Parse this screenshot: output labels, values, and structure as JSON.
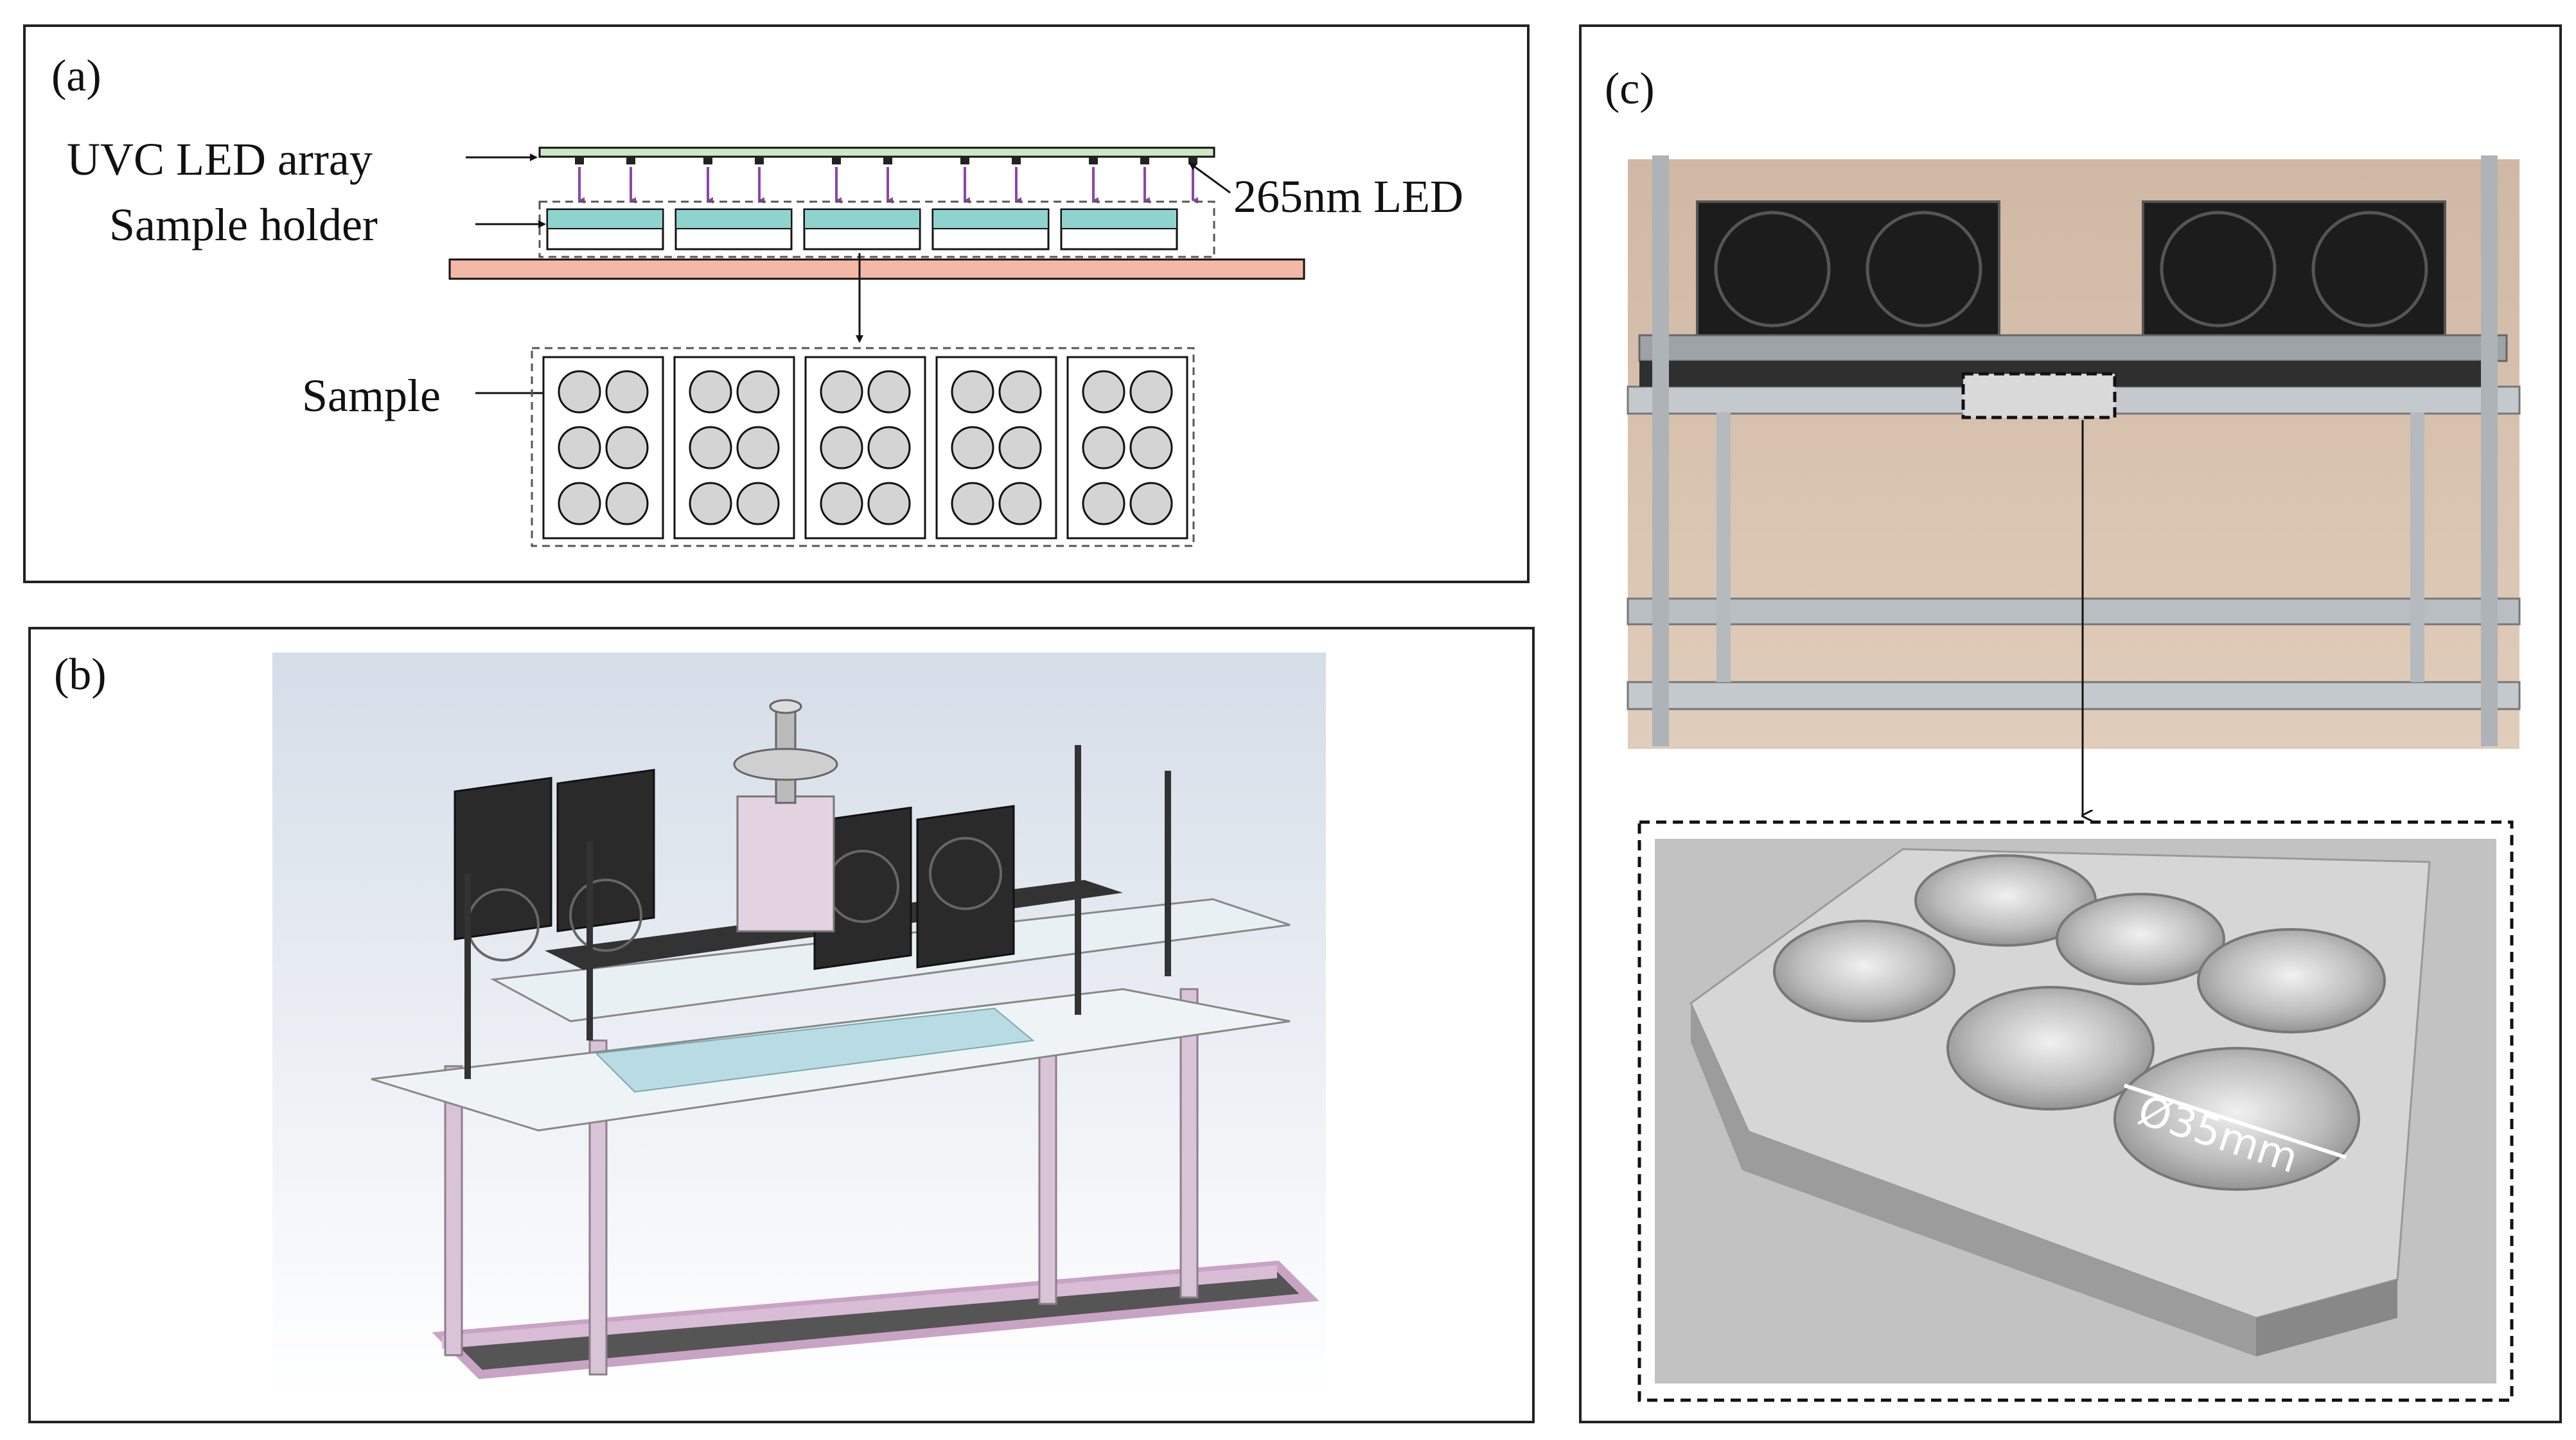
{
  "panel_a": {
    "label": "(a)",
    "uvc_label": "UVC LED array",
    "holder_label": "Sample holder",
    "led_label": "265nm LED",
    "sample_label": "Sample",
    "colors": {
      "led_bar": "#cfe7c8",
      "holder": "#8fd3cf",
      "base": "#f4b9a6",
      "arrows": "#8e44ad",
      "sample_circle": "#d4d4d4"
    }
  },
  "panel_b": {
    "label": "(b)"
  },
  "panel_c": {
    "label": "(c)",
    "dimension_label": "Ø35mm"
  }
}
